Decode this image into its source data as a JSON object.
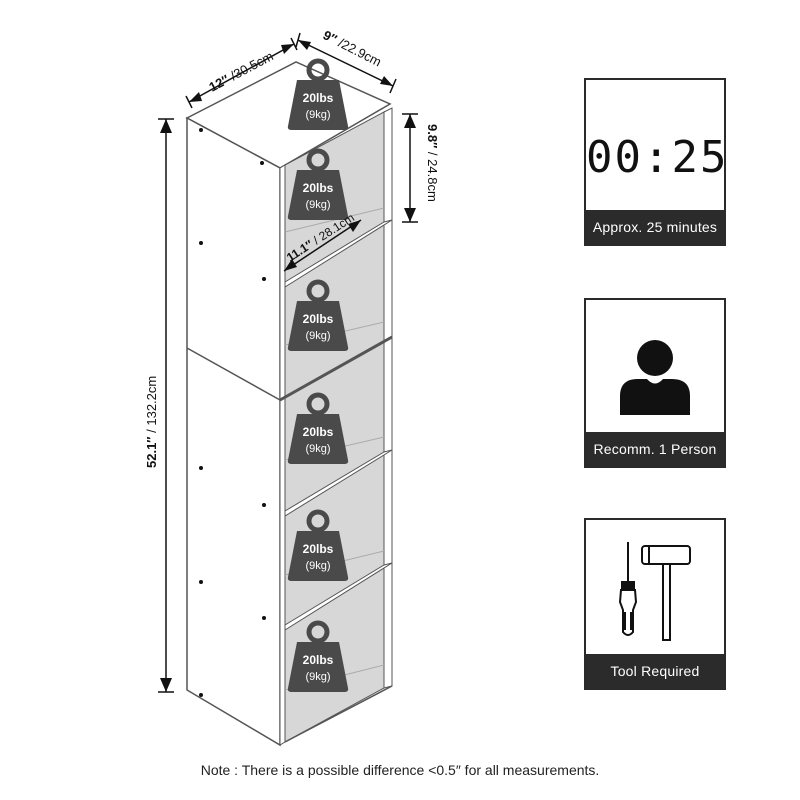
{
  "dimensions": {
    "depth_in": "12″",
    "depth_cm": " /30.5cm",
    "width_in": "9″",
    "width_cm": " /22.9cm",
    "shelf_height_in": "9.8″",
    "shelf_height_cm": " / 24.8cm",
    "diagonal_in": "11.1″",
    "diagonal_cm": " / 28.1cm",
    "total_height_in": "52.1″",
    "total_height_cm": " / 132.2cm"
  },
  "weights": [
    {
      "lbs": "20lbs",
      "kg": "(9kg)"
    },
    {
      "lbs": "20lbs",
      "kg": "(9kg)"
    },
    {
      "lbs": "20lbs",
      "kg": "(9kg)"
    },
    {
      "lbs": "20lbs",
      "kg": "(9kg)"
    },
    {
      "lbs": "20lbs",
      "kg": "(9kg)"
    },
    {
      "lbs": "20lbs",
      "kg": "(9kg)"
    }
  ],
  "info_cards": {
    "time": {
      "display": "00:25",
      "caption": "Approx. 25 minutes",
      "icon": "digital-clock-icon"
    },
    "people": {
      "caption": "Recomm. 1 Person",
      "icon": "person-icon"
    },
    "tools": {
      "caption": "Tool Required",
      "icon": "screwdriver-hammer-icon"
    }
  },
  "note": "Note : There is a possible difference <0.5″ for all measurements.",
  "colors": {
    "weight_fill": "#4a4a4a",
    "caption_bg": "#2b2b2b",
    "outline": "#444444"
  }
}
